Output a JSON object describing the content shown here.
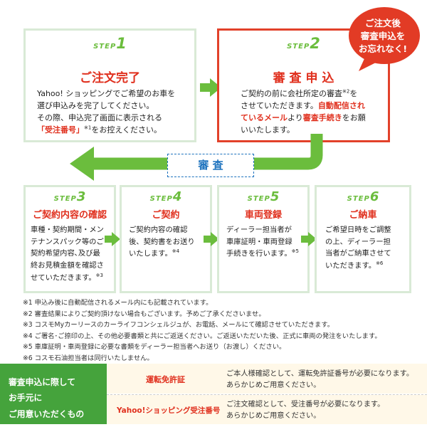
{
  "badge": {
    "lines": [
      "ご注文後",
      "審査申込を",
      "お忘れなく!"
    ],
    "color": "#e23b25"
  },
  "step1": {
    "step_label": "STEP",
    "num": "1",
    "title": "ご注文完了",
    "body_line1": "Yahoo! ショッピングでご希望のお車を",
    "body_line2": "選び申込みを完了してください。",
    "body_line3": "その際、申込完了画面に表示される",
    "body_hl": "「受注番号」",
    "body_mark": "※1",
    "body_tail": "をお控えください。"
  },
  "step2": {
    "step_label": "STEP",
    "num": "2",
    "title": "審 査 申 込",
    "body_a": "ご契約の前に会社所定の審査",
    "mark_a": "※2",
    "body_b": "を",
    "body_c": "させていただきます。",
    "hl_1": "自動配信され",
    "hl_2": "ているメール",
    "body_d": "より",
    "hl_3": "審査手続き",
    "body_e": "をお願",
    "body_f": "いいたします。"
  },
  "review": {
    "label": "審 査"
  },
  "step3": {
    "step_label": "STEP",
    "num": "3",
    "title": "ご契約内容の確認",
    "lines": [
      "車種・契約期間・メン",
      "テナンスパック等のご",
      "契約希望内容､及び最",
      "終お見積金額を確認さ",
      "せていただきます。"
    ],
    "mark": "※3"
  },
  "step4": {
    "step_label": "STEP",
    "num": "4",
    "title": "ご契約",
    "lines": [
      "ご契約内容の確認",
      "後、契約書をお送り",
      "いたします。"
    ],
    "mark": "※4"
  },
  "step5": {
    "step_label": "STEP",
    "num": "5",
    "title": "車両登録",
    "lines": [
      "ディーラー担当者が",
      "車庫証明・車両登録",
      "手続きを行います。"
    ],
    "mark": "※5"
  },
  "step6": {
    "step_label": "STEP",
    "num": "6",
    "title": "ご納車",
    "lines": [
      "ご希望日時をご調整",
      "の上、ディーラー担",
      "当者がご納車させて",
      "いただきます。"
    ],
    "mark": "※6"
  },
  "notes": [
    "※1 申込み後に自動配信されるメール内にも記載されています。",
    "※2 審査結果によりご契約頂けない場合もございます。予めご了承くださいませ。",
    "※3 コスモMyカーリースのカーライフコンシェルジュが、お電話、メールにて確認させていただきます。",
    "※4 ご署名･ご捺印の上、その他必要書類と共にご返送ください。ご返送いただいた後、正式に車両の発注をいたします。",
    "※5 車庫証明・車両登録に必要な書類をディーラー担当者へお送り（お渡し）ください。",
    "※6 コスモ石油担当者は同行いたしません。"
  ],
  "prep": {
    "heading_lines": [
      "審査申込に際して",
      "お手元に",
      "ご用意いただくもの"
    ],
    "rows": [
      {
        "item": "運転免許証",
        "desc1": "ご本人様確認として、運転免許証番号が必要になります。",
        "desc2": "あらかじめご用意ください。"
      },
      {
        "item": "Yahoo!ショッピング受注番号",
        "desc1": "ご注文確認として、受注番号が必要になります。",
        "desc2": "あらかじめご用意ください。"
      }
    ]
  },
  "colors": {
    "green": "#6bbd3d",
    "red": "#e0301e",
    "step_border": "#d9ead6",
    "dark_green": "#45a33c",
    "blue": "#1e73be"
  }
}
